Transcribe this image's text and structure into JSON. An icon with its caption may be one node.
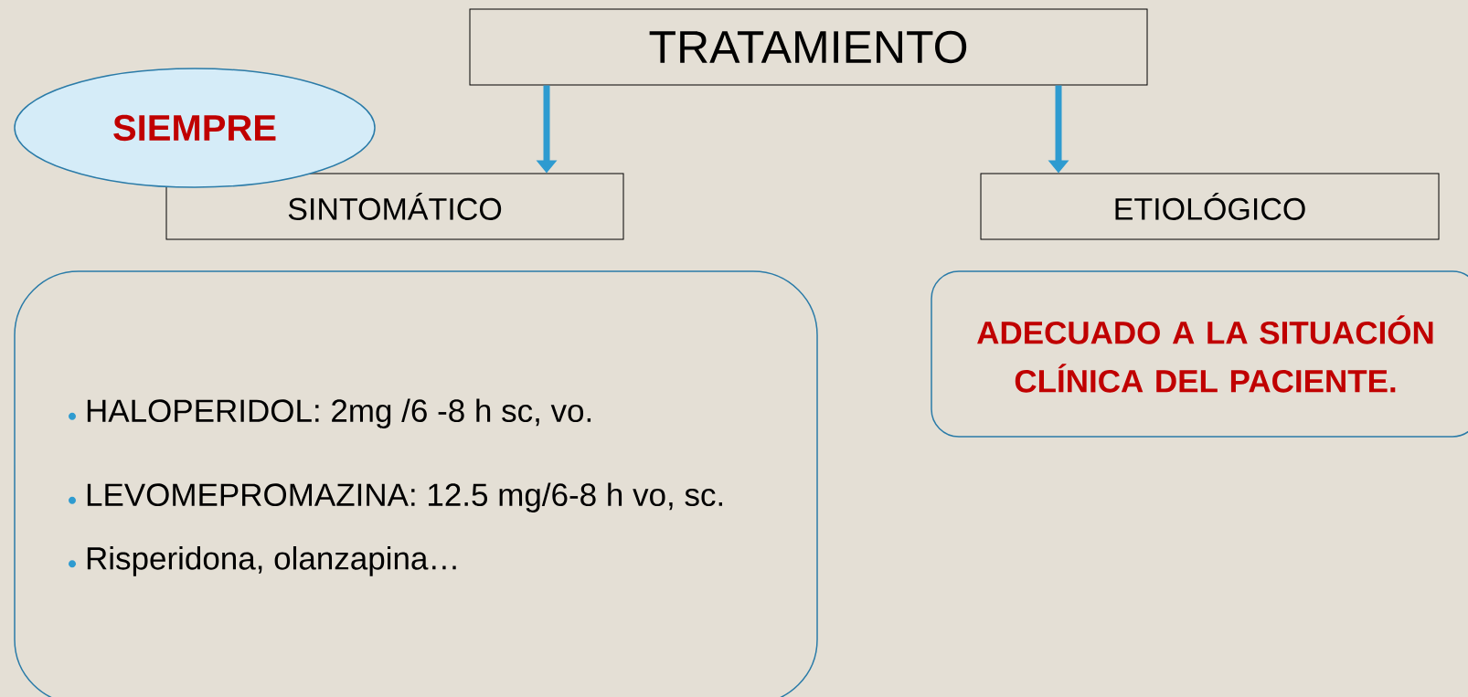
{
  "diagram": {
    "nodes": [
      {
        "text": [
          "TRATAMIENTO"
        ]
      },
      {
        "text": [
          "SIEMPRE"
        ]
      },
      {
        "text": [
          "SINTOMÁTICO"
        ]
      },
      {
        "text": [
          "ETIOLÓGICO"
        ]
      },
      {
        "text": [
          "HALOPERIDOL: 2mg /6 -8 h sc, vo.",
          "LEVOMEPROMAZINA: 12.5 mg/6-8 h vo, sc.",
          "Risperidona, olanzapina…"
        ]
      },
      {
        "text": [
          "ADECUADO A LA SITUACIÓN CLÍNICA DEL PACIENTE."
        ]
      }
    ],
    "edges": [
      {
        "from": 0,
        "to": 2,
        "arrow": "to"
      },
      {
        "from": 0,
        "to": 3,
        "arrow": "to"
      }
    ]
  }
}
